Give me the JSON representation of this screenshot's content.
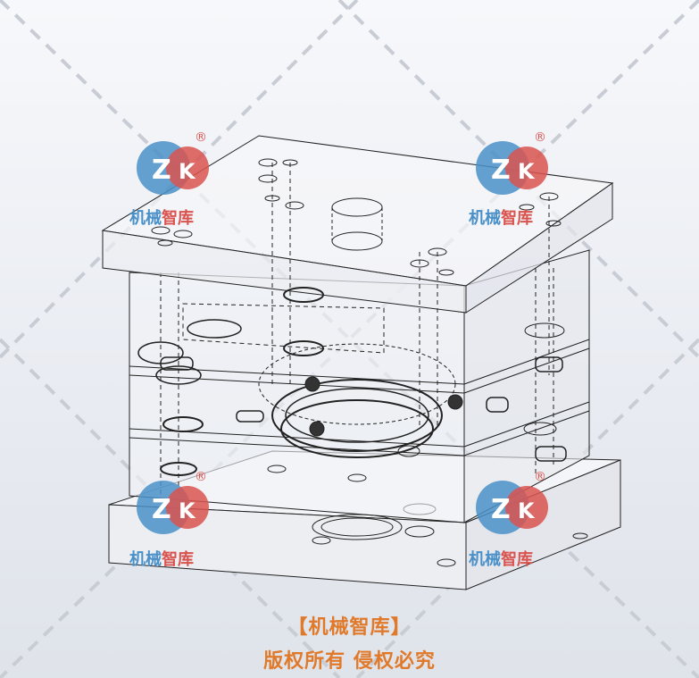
{
  "watermark": {
    "brand_text": "机械智库",
    "logo_letters": "ZK",
    "registered_mark": "®",
    "colors": {
      "blue": "#4a90c8",
      "red": "#d9534f"
    }
  },
  "footer": {
    "line1": "【机械智库】",
    "line2": "版权所有 侵权必究",
    "color": "#e07a2a"
  }
}
